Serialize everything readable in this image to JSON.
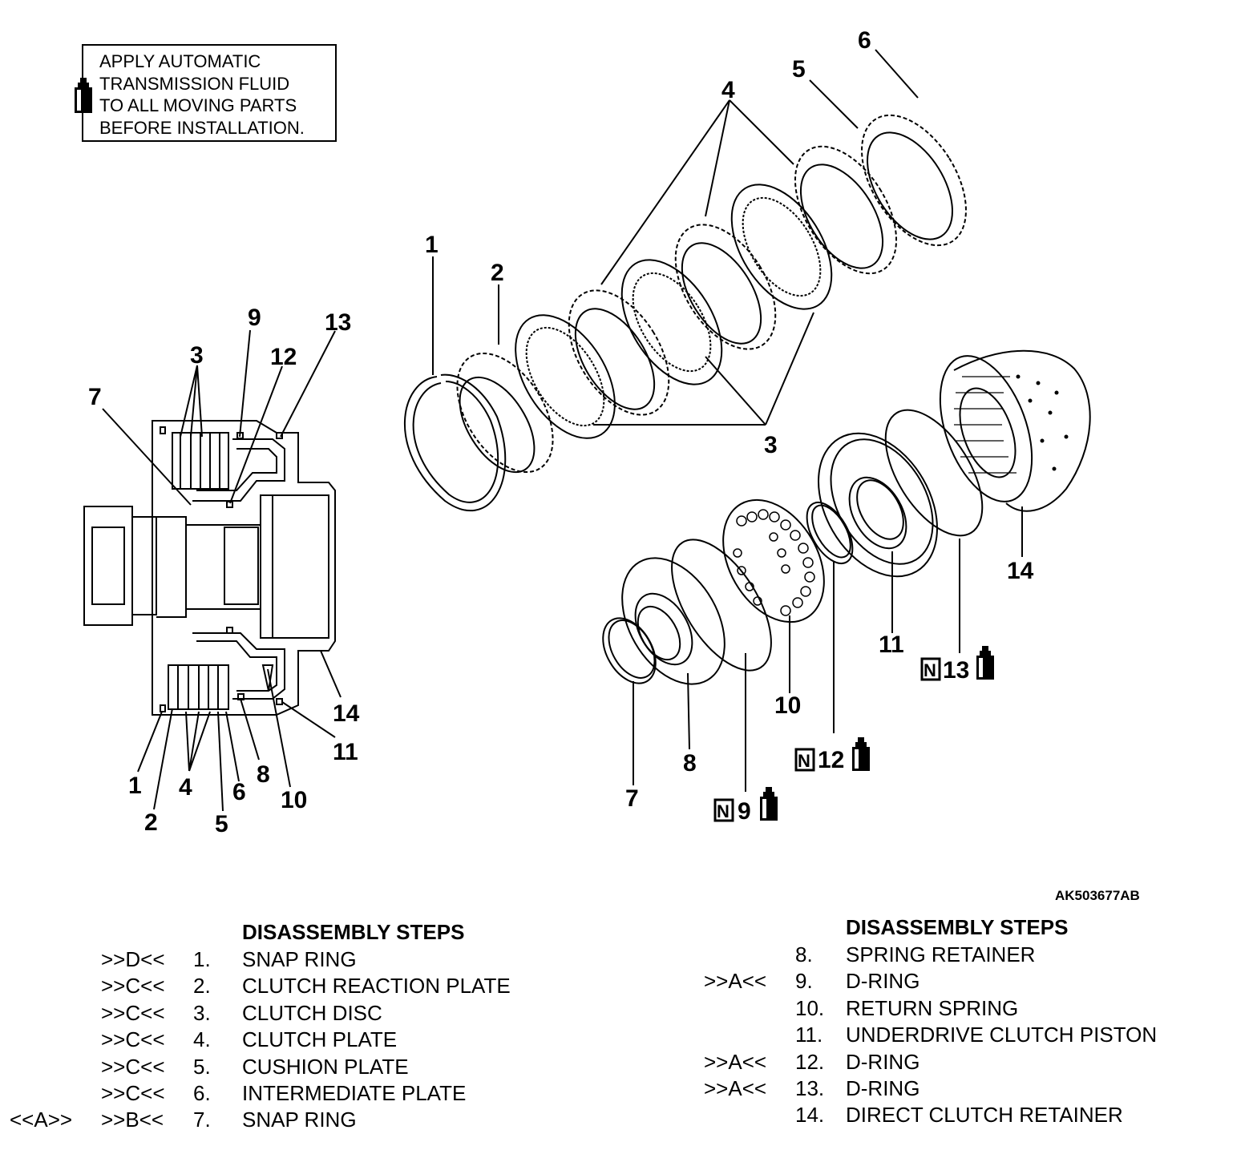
{
  "note": {
    "lines": [
      "APPLY AUTOMATIC",
      "TRANSMISSION FLUID",
      "TO ALL MOVING PARTS",
      "BEFORE INSTALLATION."
    ],
    "icon": "fluid-bottle-icon"
  },
  "figure_ref": "AK503677AB",
  "callouts": {
    "c1": "1",
    "c2": "2",
    "c3": "3",
    "c4": "4",
    "c5": "5",
    "c6": "6",
    "c7": "7",
    "c8": "8",
    "c9": "9",
    "c10": "10",
    "c11": "11",
    "c12": "12",
    "c13": "13",
    "c14": "14",
    "n_badge": "N"
  },
  "steps_left": {
    "header": "DISASSEMBLY STEPS",
    "rows": [
      {
        "pre": "",
        "code": ">>D<<",
        "num": "1.",
        "name": "SNAP RING"
      },
      {
        "pre": "",
        "code": ">>C<<",
        "num": "2.",
        "name": "CLUTCH REACTION PLATE"
      },
      {
        "pre": "",
        "code": ">>C<<",
        "num": "3.",
        "name": "CLUTCH DISC"
      },
      {
        "pre": "",
        "code": ">>C<<",
        "num": "4.",
        "name": "CLUTCH PLATE"
      },
      {
        "pre": "",
        "code": ">>C<<",
        "num": "5.",
        "name": "CUSHION PLATE"
      },
      {
        "pre": "",
        "code": ">>C<<",
        "num": "6.",
        "name": "INTERMEDIATE PLATE"
      },
      {
        "pre": "<<A>>",
        "code": ">>B<<",
        "num": "7.",
        "name": "SNAP RING"
      }
    ]
  },
  "steps_right": {
    "header": "DISASSEMBLY STEPS",
    "rows": [
      {
        "code": "",
        "num": "8.",
        "name": "SPRING RETAINER"
      },
      {
        "code": ">>A<<",
        "num": "9.",
        "name": "D-RING"
      },
      {
        "code": "",
        "num": "10.",
        "name": "RETURN SPRING"
      },
      {
        "code": "",
        "num": "11.",
        "name": "UNDERDRIVE CLUTCH PISTON"
      },
      {
        "code": ">>A<<",
        "num": "12.",
        "name": "D-RING"
      },
      {
        "code": ">>A<<",
        "num": "13.",
        "name": "D-RING"
      },
      {
        "code": "",
        "num": "14.",
        "name": "DIRECT CLUTCH RETAINER"
      }
    ]
  }
}
